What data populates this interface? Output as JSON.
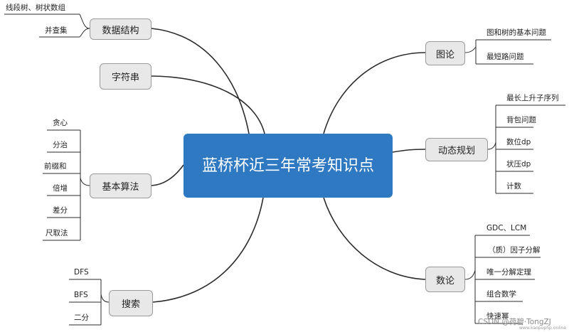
{
  "central": "蓝桥杯近三年常考知识点",
  "topics": {
    "data_structures": {
      "label": "数据结构",
      "leaves": [
        "线段树、树状数组",
        "并查集"
      ]
    },
    "strings": {
      "label": "字符串"
    },
    "basic_algorithms": {
      "label": "基本算法",
      "leaves": [
        "贪心",
        "分治",
        "前缀和",
        "倍增",
        "差分",
        "尺取法"
      ]
    },
    "search": {
      "label": "搜索",
      "leaves": [
        "DFS",
        "BFS",
        "二分"
      ]
    },
    "graph_theory": {
      "label": "图论",
      "leaves": [
        "图和树的基本问题",
        "最短路问题"
      ]
    },
    "dynamic_programming": {
      "label": "动态规划",
      "leaves": [
        "最长上升子序列",
        "背包问题",
        "数位dp",
        "状压dp",
        "计数"
      ]
    },
    "number_theory": {
      "label": "数论",
      "leaves": [
        "GDC、LCM",
        "（质）因子分解",
        "唯一分解定理",
        "组合数学",
        "快速幂"
      ]
    }
  },
  "watermark": "CSDN @荷碧·TongZJ",
  "watermark_site": "www.kaopuphp.online",
  "colors": {
    "central_bg": "#2f78c2",
    "node_bg": "#e8e8e8",
    "line": "#2b2b2b"
  }
}
